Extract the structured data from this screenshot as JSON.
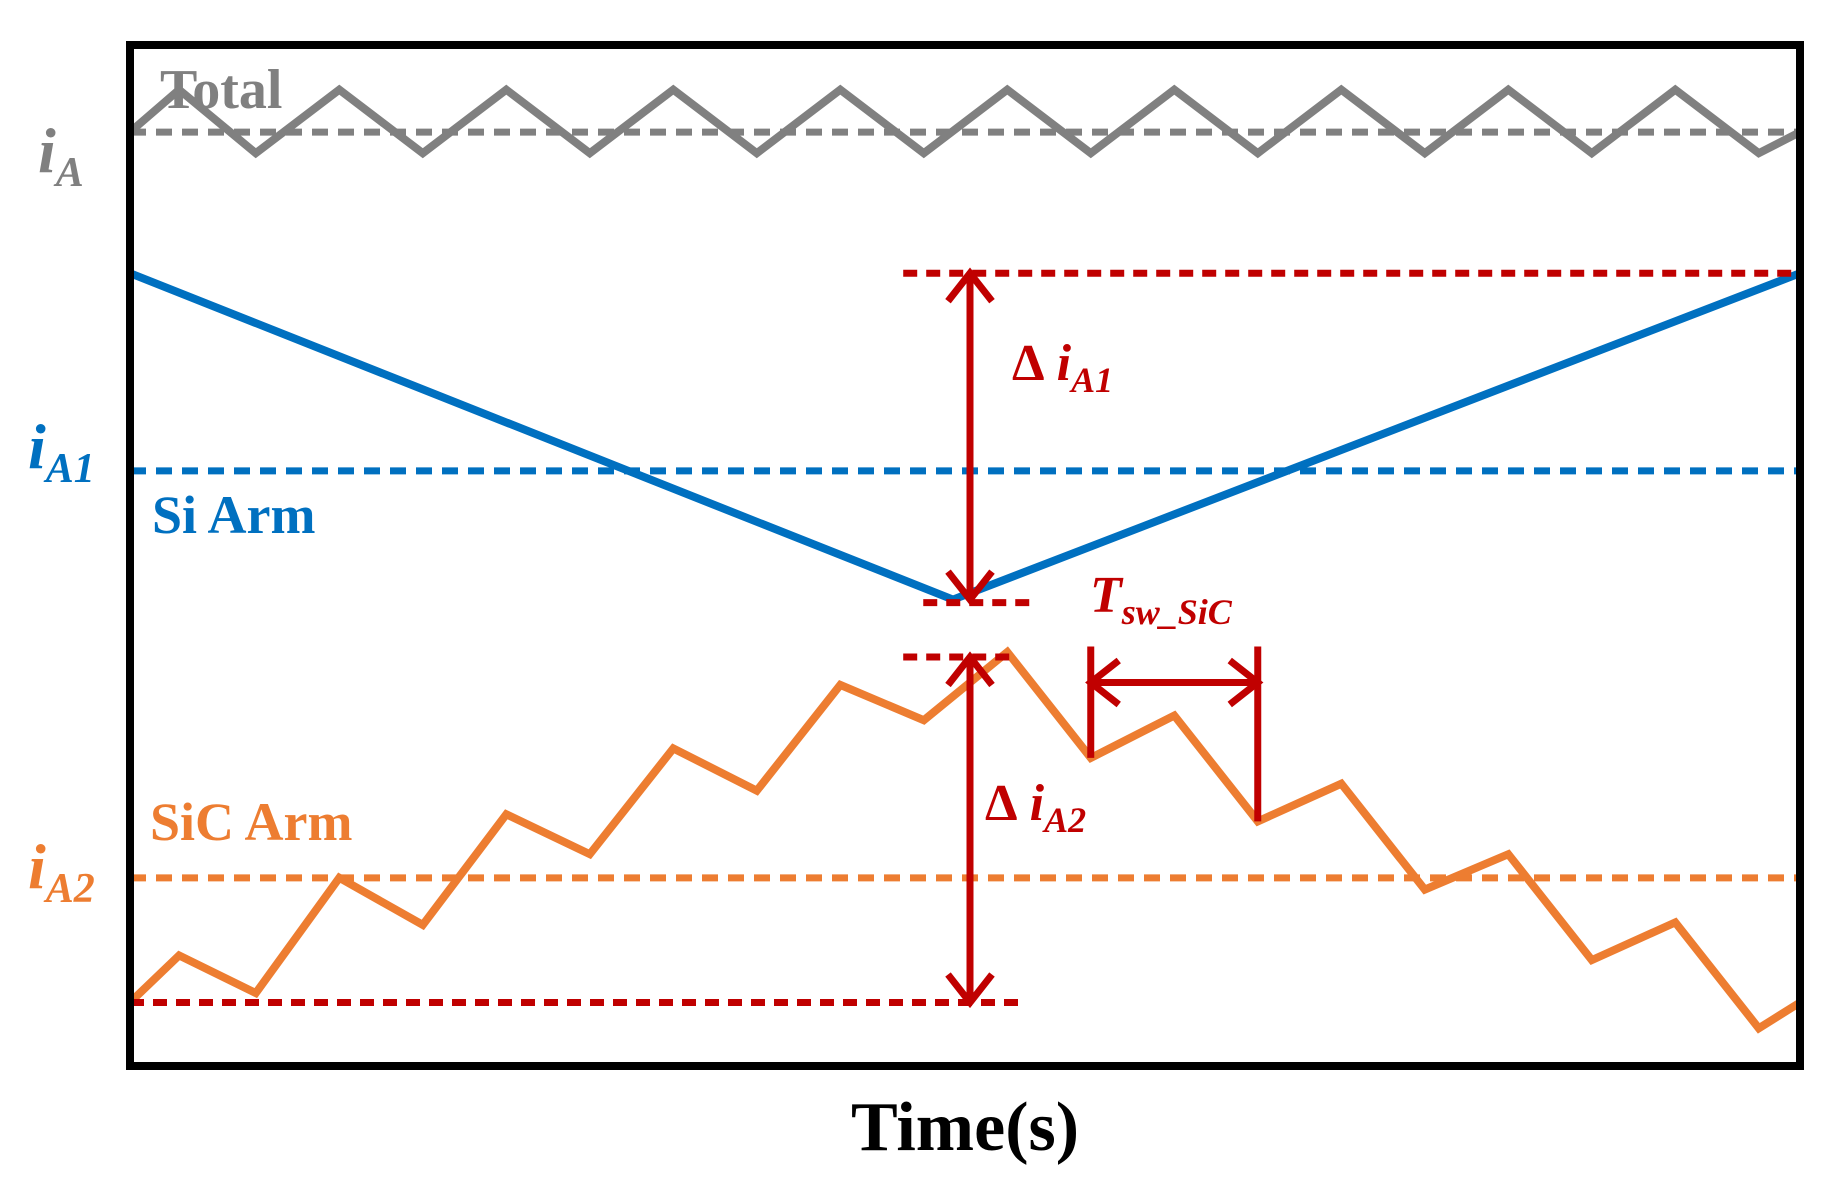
{
  "chart_data": {
    "type": "line",
    "title": "",
    "xlabel": "Time(s)",
    "ylabel": "",
    "xlim": [
      0,
      1
    ],
    "ylim": [
      0,
      1
    ],
    "grid": false,
    "colors": {
      "total": "#808080",
      "si": "#0070C0",
      "sic": "#ED7D31",
      "annotation": "#C00000",
      "frame": "#000000"
    },
    "series": [
      {
        "name": "Total",
        "x": [
          0,
          0.0294,
          0.0753,
          0.1253,
          0.1753,
          0.2253,
          0.2753,
          0.3253,
          0.3753,
          0.4253,
          0.4753,
          0.5253,
          0.5753,
          0.6253,
          0.6753,
          0.7253,
          0.7753,
          0.8253,
          0.8753,
          0.9253,
          0.9753,
          1.0
        ],
        "y": [
          0.9147,
          0.9562,
          0.894,
          0.9562,
          0.894,
          0.9562,
          0.894,
          0.9562,
          0.894,
          0.9562,
          0.894,
          0.9562,
          0.894,
          0.9562,
          0.894,
          0.9562,
          0.894,
          0.9562,
          0.894,
          0.9562,
          0.894,
          0.9147
        ]
      },
      {
        "name": "Si Arm",
        "x": [
          0,
          0.4928,
          1.0
        ],
        "y": [
          0.7765,
          0.4568,
          0.7765
        ]
      },
      {
        "name": "SiC Arm",
        "x": [
          0,
          0.0294,
          0.0753,
          0.1253,
          0.1753,
          0.2253,
          0.2753,
          0.3253,
          0.3753,
          0.4253,
          0.4753,
          0.5253,
          0.5753,
          0.6253,
          0.6753,
          0.7253,
          0.7753,
          0.8253,
          0.8753,
          0.9253,
          0.9753,
          1.0
        ],
        "y": [
          0.0622,
          0.1083,
          0.0714,
          0.1843,
          0.1382,
          0.2465,
          0.2074,
          0.3111,
          0.2696,
          0.3733,
          0.3387,
          0.4055,
          0.3018,
          0.3433,
          0.2396,
          0.2765,
          0.1728,
          0.2074,
          0.1037,
          0.1406,
          0.0369,
          0.0622
        ]
      }
    ],
    "reference_lines": [
      {
        "series": "Total",
        "y": 0.9147
      },
      {
        "series": "Si Arm",
        "y": 0.5829
      },
      {
        "series": "SiC Arm",
        "y": 0.1843
      }
    ],
    "labels": {
      "total_label": "Total",
      "si_label": "Si Arm",
      "sic_label": "SiC Arm",
      "ia_main": "i",
      "ia_sub": "A",
      "ia1_main": "i",
      "ia1_sub": "A1",
      "ia2_main": "i",
      "ia2_sub": "A2",
      "delta_symbol": "Δ",
      "delta1_main": "i",
      "delta1_sub": "A1",
      "delta2_main": "i",
      "delta2_sub": "A2",
      "tsw_main": "T",
      "tsw_sub": "sw_SiC"
    },
    "annotations": {
      "delta_i_a1": {
        "x": 0.5,
        "y_top": 0.7765,
        "y_bottom": 0.4568
      },
      "delta_i_a2": {
        "x": 0.5,
        "y_top": 0.4055,
        "y_bottom": 0.0622
      },
      "t_sw_sic": {
        "x_start": 0.5753,
        "x_end": 0.6753,
        "y": 0.3756
      }
    }
  }
}
